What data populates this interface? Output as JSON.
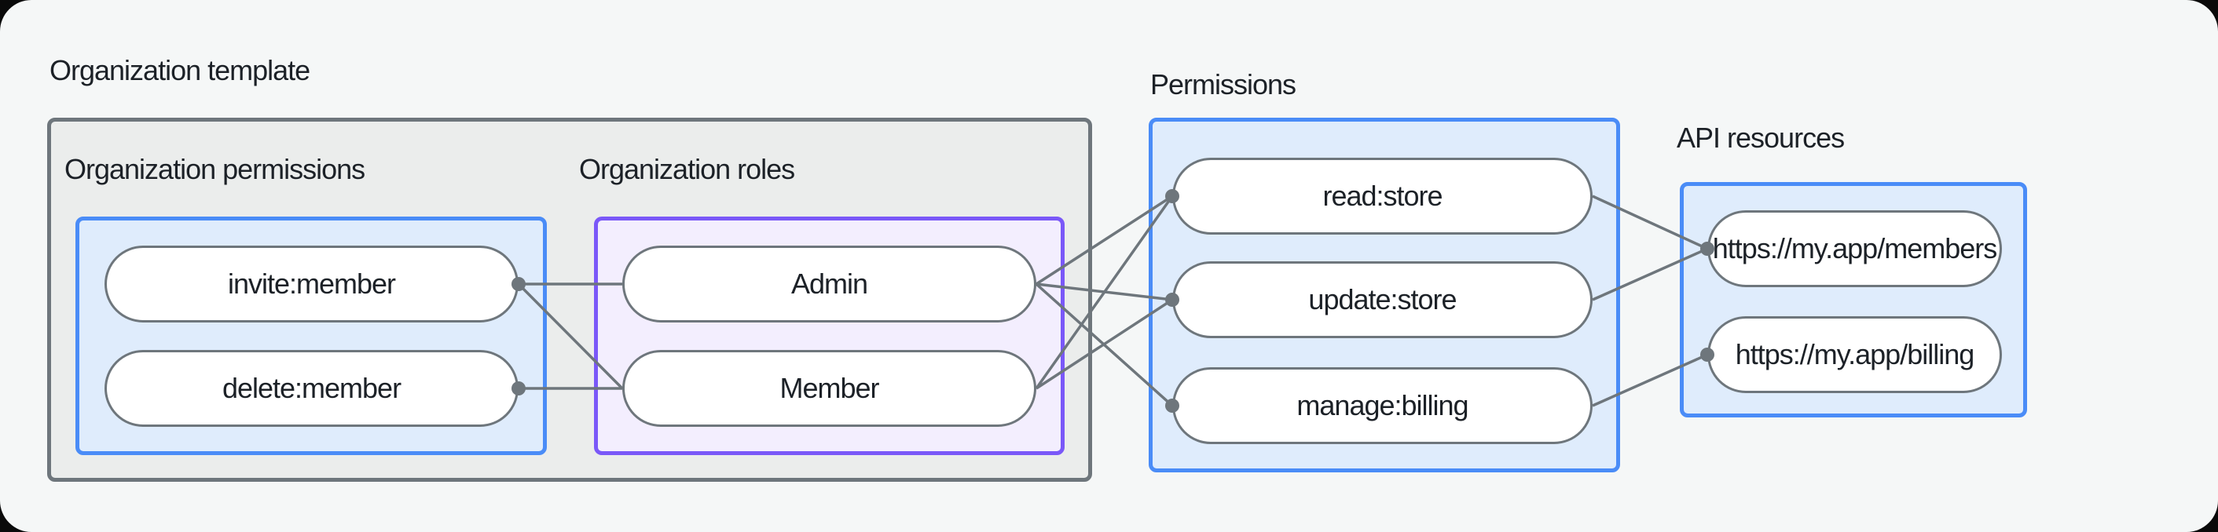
{
  "title": "Organization template",
  "groups": {
    "org_template": {
      "label": "Organization template"
    },
    "org_permissions": {
      "label": "Organization permissions",
      "nodes": [
        {
          "label": "invite:member"
        },
        {
          "label": "delete:member"
        }
      ]
    },
    "org_roles": {
      "label": "Organization roles",
      "nodes": [
        {
          "label": "Admin"
        },
        {
          "label": "Member"
        }
      ]
    },
    "permissions": {
      "label": "Permissions",
      "nodes": [
        {
          "label": "read:store"
        },
        {
          "label": "update:store"
        },
        {
          "label": "manage:billing"
        }
      ]
    },
    "api_resources": {
      "label": "API resources",
      "nodes": [
        {
          "label": "https://my.app/members"
        },
        {
          "label": "https://my.app/billing"
        }
      ]
    }
  },
  "edges": [
    {
      "from": "invite:member",
      "to": "Admin"
    },
    {
      "from": "invite:member",
      "to": "Member"
    },
    {
      "from": "delete:member",
      "to": "Member"
    },
    {
      "from": "Admin",
      "to": "read:store"
    },
    {
      "from": "Admin",
      "to": "update:store"
    },
    {
      "from": "Admin",
      "to": "manage:billing"
    },
    {
      "from": "Member",
      "to": "read:store"
    },
    {
      "from": "Member",
      "to": "update:store"
    },
    {
      "from": "read:store",
      "to": "https://my.app/members"
    },
    {
      "from": "update:store",
      "to": "https://my.app/members"
    },
    {
      "from": "manage:billing",
      "to": "https://my.app/billing"
    }
  ],
  "colors": {
    "canvas_bg": "#f5f7f7",
    "frame_bg": "#0a0a0a",
    "template_box_fill": "#ebedec",
    "template_box_border": "#6e767c",
    "blue_box_fill": "#dfecfc",
    "blue_box_border": "#4a8cf7",
    "purple_box_fill": "#f3eefe",
    "purple_box_border": "#7a58f8",
    "wire_stroke": "#6e767c",
    "text": "#1c2127",
    "pill_fill": "#ffffff"
  }
}
